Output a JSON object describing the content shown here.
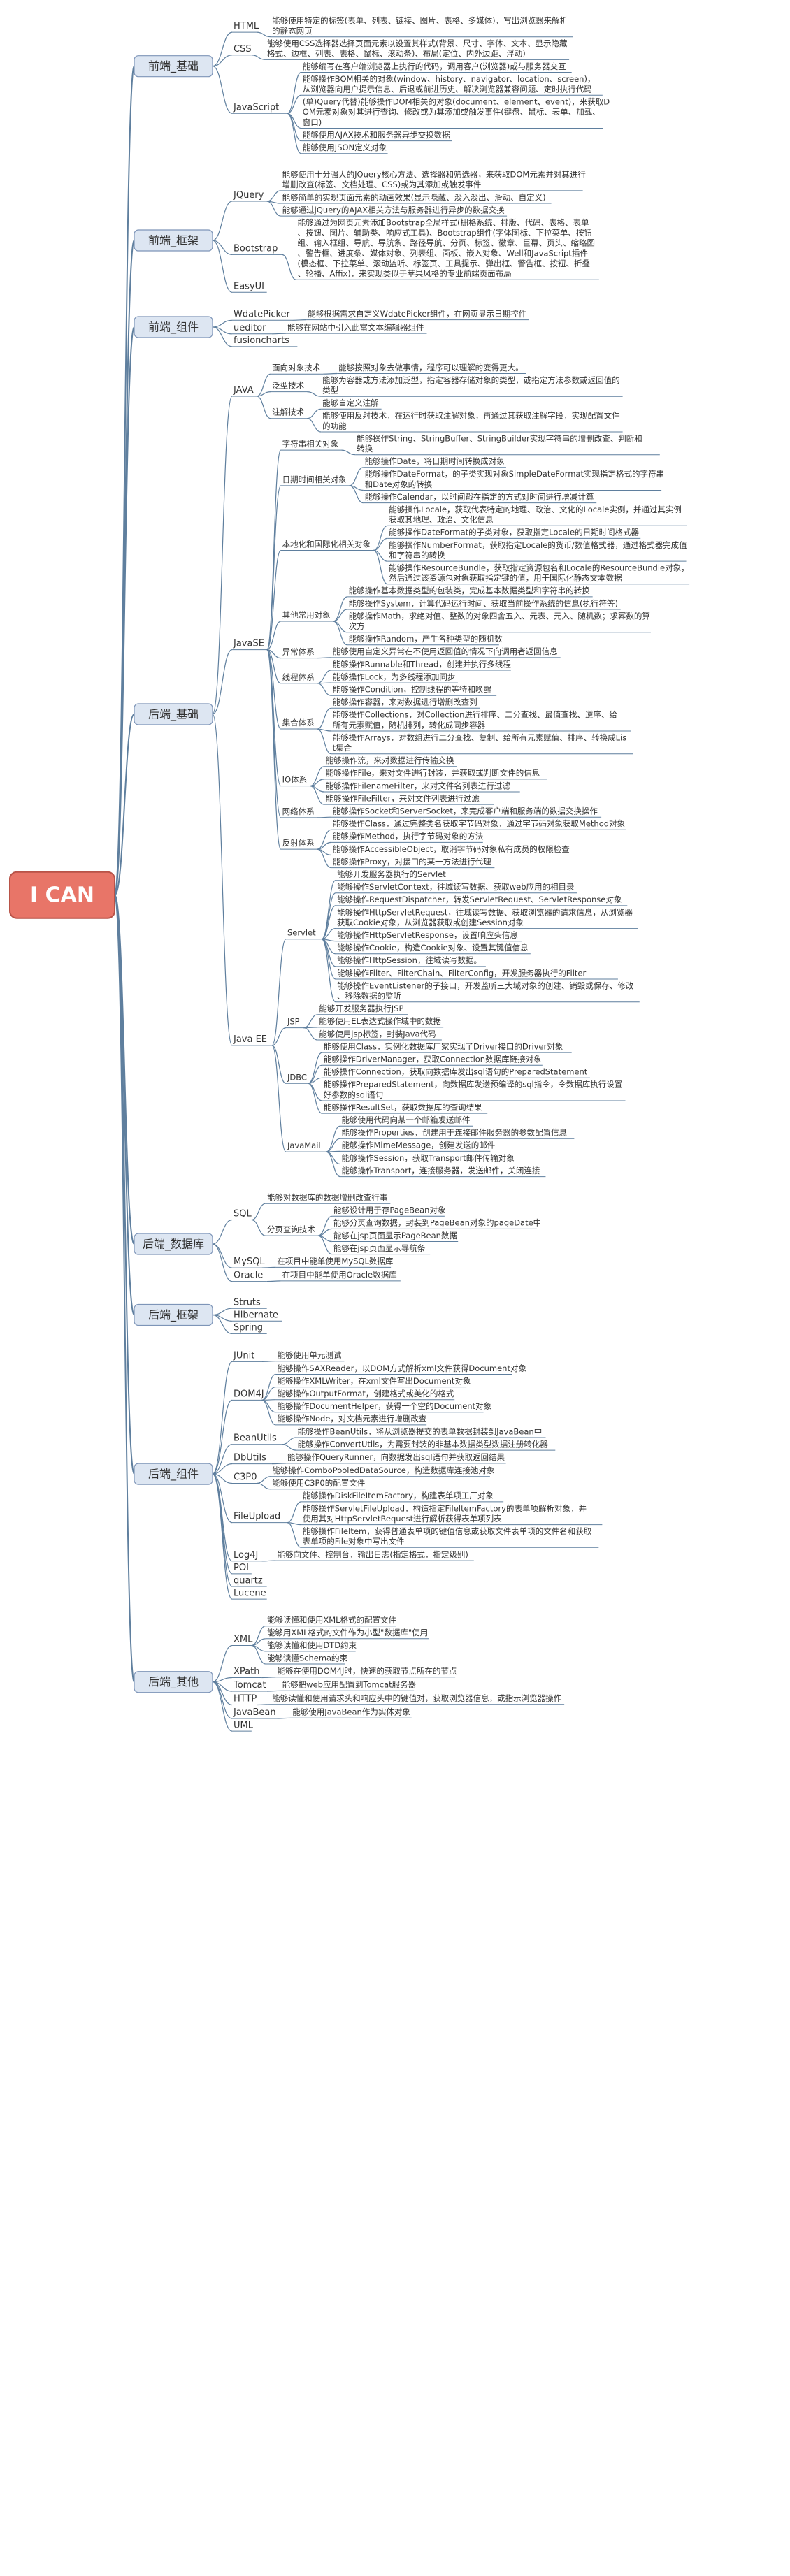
{
  "root": "I CAN",
  "colors": {
    "root_fill": "#e87568",
    "root_border": "#b85348",
    "branch_fill": "#dde6f2",
    "branch_border": "#7e95b8",
    "line": "#5f7f9e"
  },
  "branches": [
    {
      "label": "前端_基础",
      "children": [
        {
          "label": "HTML",
          "children": [
            {
              "label": "能够使用特定的标签(表单、列表、链接、图片、表格、多媒体)，写出浏览器来解析的静态网页"
            }
          ]
        },
        {
          "label": "CSS",
          "children": [
            {
              "label": "能够使用CSS选择器选择页面元素以设置其样式(背景、尺寸、字体、文本、显示隐藏格式、边框、列表、表格、鼠标、滚动条)、布局(定位、内外边距、浮动)"
            }
          ]
        },
        {
          "label": "JavaScript",
          "children": [
            {
              "label": "能够编写在客户端浏览器上执行的代码，调用客户(浏览器)或与服务器交互"
            },
            {
              "label": "能够操作BOM相关的对象(window、history、navigator、location、screen)，从浏览器向用户提示信息、后退或前进历史、解决浏览器兼容问题、定时执行代码"
            },
            {
              "label": "(单)Query代替)能够操作DOM相关的对象(document、element、event)，来获取DOM元素对象对其进行查询、修改或为其添加或触发事件(键盘、鼠标、表单、加载、窗口)"
            },
            {
              "label": "能够使用AJAX技术和服务器异步交换数据"
            },
            {
              "label": "能够使用JSON定义对象"
            }
          ]
        }
      ]
    },
    {
      "label": "前端_框架",
      "children": [
        {
          "label": "JQuery",
          "children": [
            {
              "label": "能够使用十分强大的JQuery核心方法、选择器和筛选器，来获取DOM元素并对其进行增删改查(标签、文档处理、CSS)或为其添加或触发事件"
            },
            {
              "label": "能够简单的实现页面元素的动画效果(显示隐藏、淡入淡出、滑动、自定义)"
            },
            {
              "label": "能够通过jQuery的AJAX相关方法与服务器进行异步的数据交换"
            }
          ]
        },
        {
          "label": "Bootstrap",
          "children": [
            {
              "label": "能够通过为网页元素添加Bootstrap全局样式(栅格系统、排版、代码、表格、表单、按钮、图片、辅助类、响应式工具)、Bootstrap组件(字体图标、下拉菜单、按钮组、输入框组、导航、导航条、路径导航、分页、标签、徽章、巨幕、页头、缩略图、警告框、进度条、媒体对象、列表组、面板、嵌入对象、Well和JavaScript插件(模态框、下拉菜单、滚动监听、标签页、工具提示、弹出框、警告框、按钮、折叠、轮播、Affix)，来实现类似于苹果风格的专业前端页面布局"
            }
          ]
        },
        {
          "label": "EasyUI",
          "children": []
        }
      ]
    },
    {
      "label": "前端_组件",
      "children": [
        {
          "label": "WdatePicker",
          "children": [
            {
              "label": "能够根据需求自定义WdatePicker组件，在网页显示日期控件"
            }
          ]
        },
        {
          "label": "ueditor",
          "children": [
            {
              "label": "能够在网站中引入此富文本编辑器组件"
            }
          ]
        },
        {
          "label": "fusioncharts",
          "children": []
        }
      ]
    },
    {
      "label": "后端_基础",
      "children": [
        {
          "label": "JAVA",
          "children": [
            {
              "label": "面向对象技术",
              "children": [
                {
                  "label": "能够按照对象去做事情，程序可以理解的变得更大。"
                }
              ]
            },
            {
              "label": "泛型技术",
              "children": [
                {
                  "label": "能够为容器或方法添加泛型，指定容器存储对象的类型，或指定方法参数或返回值的类型"
                }
              ]
            },
            {
              "label": "注解技术",
              "children": [
                {
                  "label": "能够自定义注解"
                },
                {
                  "label": "能够使用反射技术，在运行时获取注解对象，再通过其获取注解字段，实现配置文件的功能"
                }
              ]
            }
          ]
        },
        {
          "label": "JavaSE",
          "children": [
            {
              "label": "字符串相关对象",
              "children": [
                {
                  "label": "能够操作String、StringBuffer、StringBuilder实现字符串的增删改查、判断和转换"
                }
              ]
            },
            {
              "label": "日期时间相关对象",
              "children": [
                {
                  "label": "能够操作Date，将日期时间转换成对象"
                },
                {
                  "label": "能够操作DateFormat，的子类实现对象SimpleDateFormat实现指定格式的字符串和Date对象的转换"
                },
                {
                  "label": "能够操作Calendar，以时间戳在指定的方式对时间进行增减计算"
                }
              ]
            },
            {
              "label": "本地化和国际化相关对象",
              "children": [
                {
                  "label": "能够操作Locale，获取代表特定的地理、政治、文化的Locale实例，并通过其实例获取其地理、政治、文化信息"
                },
                {
                  "label": "能够操作DateFormat的子类对象，获取指定Locale的日期时间格式器"
                },
                {
                  "label": "能够操作NumberFormat，获取指定Locale的货币/数值格式器，通过格式器完成值和字符串的转换"
                },
                {
                  "label": "能够操作ResourceBundle，获取指定资源包名和Locale的ResourceBundle对象，然后通过该资源包对象获取指定键的值，用于国际化静态文本数据"
                }
              ]
            },
            {
              "label": "其他常用对象",
              "children": [
                {
                  "label": "能够操作基本数据类型的包装类，完成基本数据类型和字符串的转换"
                },
                {
                  "label": "能够操作System，计算代码运行时间、获取当前操作系统的信息(执行符等)"
                },
                {
                  "label": "能够操作Math，求绝对值、整数的对象四舍五入、元表、元入、随机数；求幂数的算次方"
                },
                {
                  "label": "能够操作Random，产生各种类型的随机数"
                }
              ]
            },
            {
              "label": "异常体系",
              "children": [
                {
                  "label": "能够使用自定义异常在不使用返回值的情况下向调用者返回信息"
                }
              ]
            },
            {
              "label": "线程体系",
              "children": [
                {
                  "label": "能够操作Runnable和Thread，创建并执行多线程"
                },
                {
                  "label": "能够操作Lock，为多线程添加同步"
                },
                {
                  "label": "能够操作Condition，控制线程的等待和唤醒"
                }
              ]
            },
            {
              "label": "集合体系",
              "children": [
                {
                  "label": "能够操作容器，来对数据进行增删改查列"
                },
                {
                  "label": "能够操作Collections，对Collection进行排序、二分查找、最值查找、逆序、给所有元素赋值，随机排列，转化成同步容器"
                },
                {
                  "label": "能够操作Arrays，对数组进行二分查找、复制、给所有元素赋值、排序、转换成List集合"
                }
              ]
            },
            {
              "label": "IO体系",
              "children": [
                {
                  "label": "能够操作流，来对数据进行传输交换"
                },
                {
                  "label": "能够操作File，来对文件进行封装，并获取或判断文件的信息"
                },
                {
                  "label": "能够操作FilenameFilter，来对文件名列表进行过滤"
                },
                {
                  "label": "能够操作FileFilter，来对文件列表进行过滤"
                }
              ]
            },
            {
              "label": "网络体系",
              "children": [
                {
                  "label": "能够操作Socket和ServerSocket，来完成客户端和服务端的数据交换操作"
                }
              ]
            },
            {
              "label": "反射体系",
              "children": [
                {
                  "label": "能够操作Class，通过完整类名获取字节码对象，通过字节码对象获取Method对象"
                },
                {
                  "label": "能够操作Method，执行字节码对象的方法"
                },
                {
                  "label": "能够操作AccessibleObject，取消字节码对象私有成员的权限检查"
                },
                {
                  "label": "能够操作Proxy，对接口的某一方法进行代理"
                }
              ]
            }
          ]
        },
        {
          "label": "Java EE",
          "children": [
            {
              "label": "Servlet",
              "children": [
                {
                  "label": "能够开发服务器执行的Servlet"
                },
                {
                  "label": "能够操作ServletContext，往域读写数据、获取web应用的相目录"
                },
                {
                  "label": "能够操作RequestDispatcher，转发ServletRequest、ServletResponse对象"
                },
                {
                  "label": "能够操作HttpServletRequest，往域读写数据、获取浏览器的请求信息，从浏览器获取Cookie对象，从浏览器获取或创建Session对象"
                },
                {
                  "label": "能够操作HttpServletResponse，设置响应头信息"
                },
                {
                  "label": "能够操作Cookie，构造Cookie对象、设置其键值信息"
                },
                {
                  "label": "能够操作HttpSession，往域读写数据。"
                },
                {
                  "label": "能够操作Filter、FilterChain、FilterConfig，开发服务器执行的Filter"
                },
                {
                  "label": "能够操作EventListener的子接口，开发监听三大域对象的创建、销毁或保存、修改、移除数据的监听"
                }
              ]
            },
            {
              "label": "JSP",
              "children": [
                {
                  "label": "能够开发服务器执行JSP"
                },
                {
                  "label": "能够使用EL表达式操作域中的数据"
                },
                {
                  "label": "能够使用jsp标签，封装Java代码"
                }
              ]
            },
            {
              "label": "JDBC",
              "children": [
                {
                  "label": "能够使用Class，实例化数据库厂家实现了Driver接口的Driver对象"
                },
                {
                  "label": "能够操作DriverManager，获取Connection数据库链接对象"
                },
                {
                  "label": "能够操作Connection，获取向数据库发出sql语句的PreparedStatement"
                },
                {
                  "label": "能够操作PreparedStatement，向数据库发送预编译的sql指令，令数据库执行设置好参数的sql语句"
                },
                {
                  "label": "能够操作ResultSet，获取数据库的查询结果"
                }
              ]
            },
            {
              "label": "JavaMail",
              "children": [
                {
                  "label": "能够使用代码向某一个邮箱发送邮件"
                },
                {
                  "label": "能够操作Properties，创建用于连接邮件服务器的参数配置信息"
                },
                {
                  "label": "能够操作MimeMessage，创建发送的邮件"
                },
                {
                  "label": "能够操作Session，获取Transport邮件传输对象"
                },
                {
                  "label": "能够操作Transport，连接服务器，发送邮件，关闭连接"
                }
              ]
            }
          ]
        }
      ]
    },
    {
      "label": "后端_数据库",
      "children": [
        {
          "label": "SQL",
          "children": [
            {
              "label": "能够对数据库的数据增删改查行事"
            },
            {
              "label": "分页查询技术",
              "children": [
                {
                  "label": "能够设计用于存PageBean对象"
                },
                {
                  "label": "能够分页查询数据，封装到PageBean对象的pageDate中"
                },
                {
                  "label": "能够在jsp页面显示PageBean数据"
                },
                {
                  "label": "能够在jsp页面显示导航条"
                }
              ]
            }
          ]
        },
        {
          "label": "MySQL",
          "children": [
            {
              "label": "在项目中能单使用MySQL数据库"
            }
          ]
        },
        {
          "label": "Oracle",
          "children": [
            {
              "label": "在项目中能单使用Oracle数据库"
            }
          ]
        }
      ]
    },
    {
      "label": "后端_框架",
      "children": [
        {
          "label": "Struts",
          "children": []
        },
        {
          "label": "Hibernate",
          "children": []
        },
        {
          "label": "Spring",
          "children": []
        }
      ]
    },
    {
      "label": "后端_组件",
      "children": [
        {
          "label": "JUnit",
          "children": [
            {
              "label": "能够使用单元测试"
            }
          ]
        },
        {
          "label": "DOM4J",
          "children": [
            {
              "label": "能够操作SAXReader，以DOM方式解析xml文件获得Document对象"
            },
            {
              "label": "能够操作XMLWriter，在xml文件写出Document对象"
            },
            {
              "label": "能够操作OutputFormat，创建格式或美化的格式"
            },
            {
              "label": "能够操作DocumentHelper，获得一个空的Document对象"
            },
            {
              "label": "能够操作Node，对文档元素进行增删改查"
            }
          ]
        },
        {
          "label": "BeanUtils",
          "children": [
            {
              "label": "能够操作BeanUtils，将从浏览器提交的表单数据封装到JavaBean中"
            },
            {
              "label": "能够操作ConvertUtils，为需要封装的非基本数据类型数据注册转化器"
            }
          ]
        },
        {
          "label": "DbUtils",
          "children": [
            {
              "label": "能够操作QueryRunner，向数据发出sql语句并获取返回结果"
            }
          ]
        },
        {
          "label": "C3P0",
          "children": [
            {
              "label": "能够操作ComboPooledDataSource，构造数据库连接池对象"
            },
            {
              "label": "能够使用C3P0的配置文件"
            }
          ]
        },
        {
          "label": "FileUpload",
          "children": [
            {
              "label": "能够操作DiskFileItemFactory，构建表单项工厂对象"
            },
            {
              "label": "能够操作ServletFileUpload，构造指定FileItemFactory的表单项解析对象，并使用其对HttpServletRequest进行解析获得表单项列表"
            },
            {
              "label": "能够操作FileItem，获得普通表单项的键值信息或获取文件表单项的文件名和获取表单项的File对象中写出文件"
            }
          ]
        },
        {
          "label": "Log4J",
          "children": [
            {
              "label": "能够向文件、控制台，输出日志(指定格式，指定级别)"
            }
          ]
        },
        {
          "label": "POI",
          "children": []
        },
        {
          "label": "quartz",
          "children": []
        },
        {
          "label": "Lucene",
          "children": []
        }
      ]
    },
    {
      "label": "后端_其他",
      "children": [
        {
          "label": "XML",
          "children": [
            {
              "label": "能够读懂和使用XML格式的配置文件"
            },
            {
              "label": "能够用XML格式的文件作为小型\"数据库\"使用"
            },
            {
              "label": "能够读懂和使用DTD约束"
            },
            {
              "label": "能够读懂Schema约束"
            }
          ]
        },
        {
          "label": "XPath",
          "children": [
            {
              "label": "能够在使用DOM4J时，快速的获取节点所在的节点"
            }
          ]
        },
        {
          "label": "Tomcat",
          "children": [
            {
              "label": "能够把web应用配置到Tomcat服务器"
            }
          ]
        },
        {
          "label": "HTTP",
          "children": [
            {
              "label": "能够读懂和使用请求头和响应头中的键值对，获取浏览器信息，或指示浏览器操作"
            }
          ]
        },
        {
          "label": "JavaBean",
          "children": [
            {
              "label": "能够使用JavaBean作为实体对象"
            }
          ]
        },
        {
          "label": "UML",
          "children": []
        }
      ]
    }
  ]
}
